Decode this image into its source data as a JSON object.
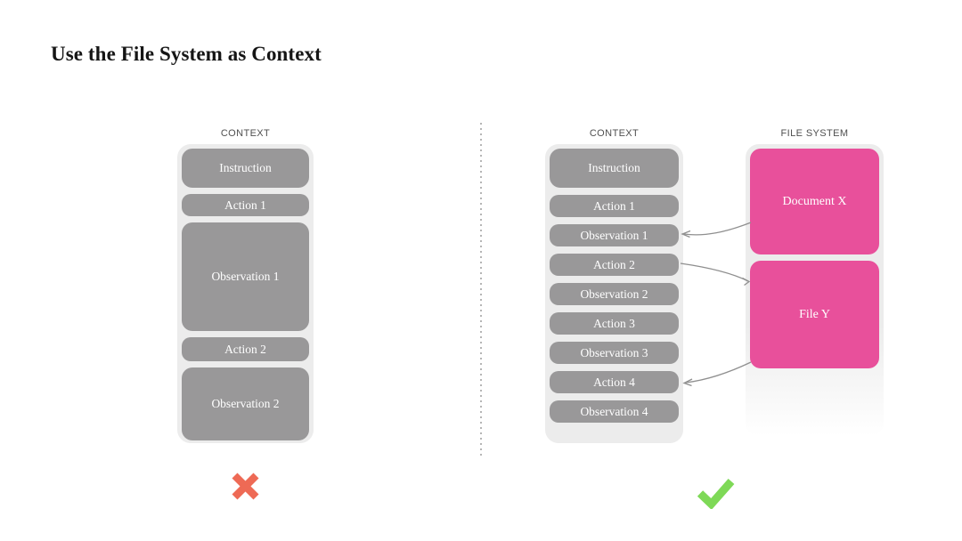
{
  "title": "Use the File System as Context",
  "bad_example": {
    "column_label": "CONTEXT",
    "boxes": [
      {
        "label": "Instruction"
      },
      {
        "label": "Action 1"
      },
      {
        "label": "Observation 1"
      },
      {
        "label": "Action 2"
      },
      {
        "label": "Observation 2"
      }
    ],
    "verdict": "rejected"
  },
  "good_example": {
    "context_column": {
      "label": "CONTEXT",
      "boxes": [
        {
          "label": "Instruction"
        },
        {
          "label": "Action 1"
        },
        {
          "label": "Observation 1"
        },
        {
          "label": "Action 2"
        },
        {
          "label": "Observation 2"
        },
        {
          "label": "Action 3"
        },
        {
          "label": "Observation 3"
        },
        {
          "label": "Action 4"
        },
        {
          "label": "Observation 4"
        }
      ]
    },
    "file_system_column": {
      "label": "FILE SYSTEM",
      "files": [
        {
          "label": "Document X"
        },
        {
          "label": "File Y"
        }
      ]
    },
    "links": [
      {
        "from": "Document X",
        "to": "Observation 1"
      },
      {
        "from": "Action 2",
        "to": "File Y"
      },
      {
        "from": "File Y",
        "to": "Action 4"
      }
    ],
    "verdict": "accepted"
  },
  "colors": {
    "box_gray": "#999899",
    "container_gray": "#ececec",
    "file_pink": "#e8509b",
    "cross_red": "#ee6a55",
    "check_green": "#7ed957",
    "arrow_gray": "#8f8f8f",
    "label_gray": "#4f4f4f",
    "title_black": "#151515"
  }
}
